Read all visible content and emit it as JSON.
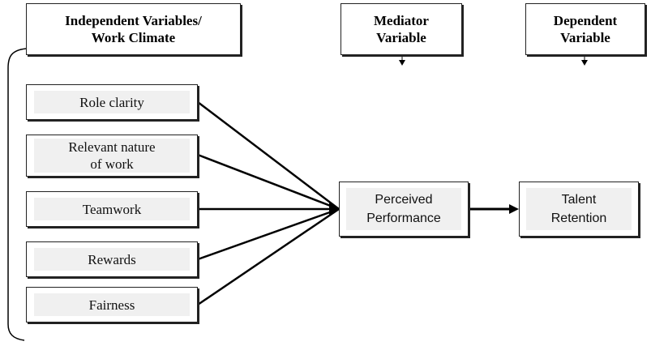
{
  "headers": {
    "independent": "Independent Variables/\nWork Climate",
    "mediator": "Mediator\nVariable",
    "dependent": "Dependent\nVariable"
  },
  "independent_variables": [
    "Role clarity",
    "Relevant nature\nof work",
    "Teamwork",
    "Rewards",
    "Fairness"
  ],
  "mediator": "Perceived\nPerformance",
  "dependent": "Talent\nRetention",
  "colors": {
    "line": "#000000",
    "box_fill": "#f0f0f0",
    "border": "#222222"
  }
}
